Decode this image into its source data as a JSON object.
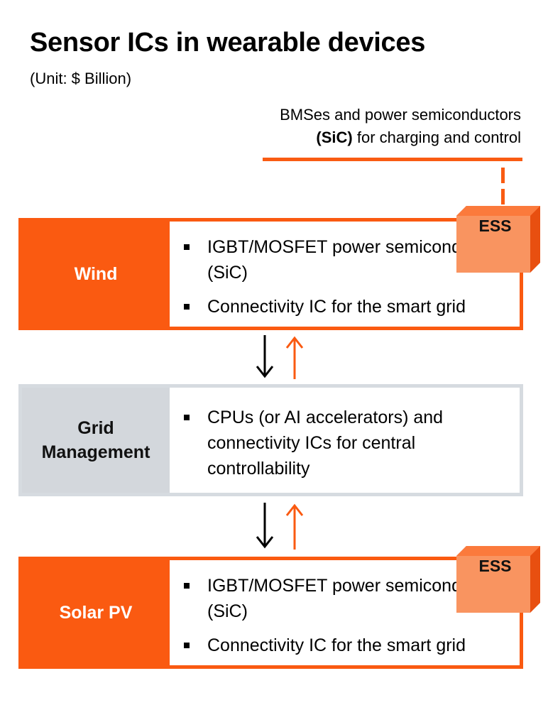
{
  "title": "Sensor ICs in wearable devices",
  "unit": "(Unit: $ Billion)",
  "ess_note": {
    "line1": "BMSes and power semiconductors",
    "line2_bold": "(SiC)",
    "line2_rest": " for charging and control"
  },
  "rows": [
    {
      "label": "Wind",
      "bullets": [
        "IGBT/MOSFET power semiconductor (SiC)",
        "Connectivity IC for the smart grid"
      ],
      "tag": "ESS"
    },
    {
      "label": "Grid Management",
      "bullets": [
        "CPUs (or AI accelerators) and connectivity ICs for central controllability"
      ]
    },
    {
      "label": "Solar PV",
      "bullets": [
        "IGBT/MOSFET power semiconductor (SiC)",
        "Connectivity IC for the smart grid"
      ],
      "tag": "ESS"
    }
  ],
  "colors": {
    "accent": "#fa5a11",
    "ess_front": "#f99460",
    "ess_side": "#e84f10",
    "grey_label": "#d3d7dc",
    "grey_border": "#d6dbe0",
    "arrow_down": "#000000",
    "arrow_up": "#fa5a11"
  }
}
